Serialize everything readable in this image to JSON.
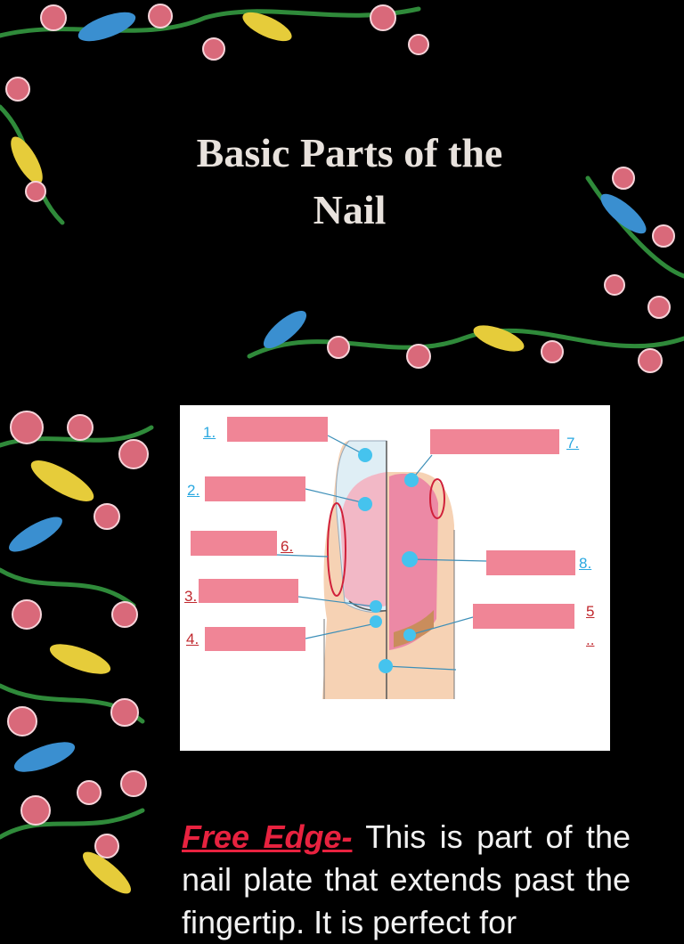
{
  "title_line1": "Basic Parts of the",
  "title_line2": "Nail",
  "diagram": {
    "labels": {
      "l1": "1.",
      "l2": "2.",
      "l3": "3.",
      "l4": "4.",
      "l5": "5",
      "l5b": "..",
      "l6": "6.",
      "l7": "7.",
      "l8": "8."
    }
  },
  "definition": {
    "term": "Free Edge-",
    "text": " This is part of the nail plate that extends past the fingertip. It is perfect for"
  },
  "colors": {
    "background": "#000000",
    "title": "#e8e2dd",
    "term": "#e8223f",
    "label_box": "#f08596",
    "marker": "#45c3ee"
  }
}
